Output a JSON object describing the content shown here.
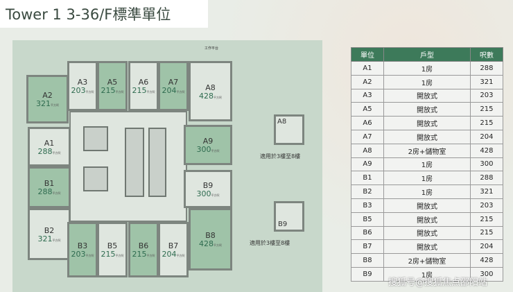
{
  "title": "Tower 1 3-36/F標準單位",
  "area_unit": "平方呎",
  "work_platform": "工作平台",
  "units": [
    {
      "name": "A3",
      "area": "203"
    },
    {
      "name": "A5",
      "area": "215"
    },
    {
      "name": "A6",
      "area": "215"
    },
    {
      "name": "A7",
      "area": "204"
    },
    {
      "name": "A8",
      "area": "428"
    },
    {
      "name": "A2",
      "area": "321"
    },
    {
      "name": "A1",
      "area": "288"
    },
    {
      "name": "A9",
      "area": "300"
    },
    {
      "name": "B1",
      "area": "288"
    },
    {
      "name": "B2",
      "area": "321"
    },
    {
      "name": "B3",
      "area": "203"
    },
    {
      "name": "B5",
      "area": "215"
    },
    {
      "name": "B6",
      "area": "215"
    },
    {
      "name": "B7",
      "area": "204"
    },
    {
      "name": "B8",
      "area": "428"
    },
    {
      "name": "B9",
      "area": "300"
    }
  ],
  "insets": [
    {
      "name": "A8",
      "note": "適用於3樓至8樓"
    },
    {
      "name": "B9",
      "note": "適用於3樓至8樓"
    }
  ],
  "table": {
    "headers": [
      "單位",
      "戶型",
      "呎數"
    ],
    "rows": [
      [
        "A1",
        "1房",
        "288"
      ],
      [
        "A2",
        "1房",
        "321"
      ],
      [
        "A3",
        "開放式",
        "203"
      ],
      [
        "A5",
        "開放式",
        "215"
      ],
      [
        "A6",
        "開放式",
        "215"
      ],
      [
        "A7",
        "開放式",
        "204"
      ],
      [
        "A8",
        "2房+儲物室",
        "428"
      ],
      [
        "A9",
        "1房",
        "300"
      ],
      [
        "B1",
        "1房",
        "288"
      ],
      [
        "B2",
        "1房",
        "321"
      ],
      [
        "B3",
        "開放式",
        "203"
      ],
      [
        "B5",
        "開放式",
        "215"
      ],
      [
        "B6",
        "開放式",
        "215"
      ],
      [
        "B7",
        "開放式",
        "204"
      ],
      [
        "B8",
        "2房+儲物室",
        "428"
      ],
      [
        "B9",
        "1房",
        "300"
      ]
    ]
  },
  "watermark": "搜狐号@搜狐焦点邵阳站"
}
